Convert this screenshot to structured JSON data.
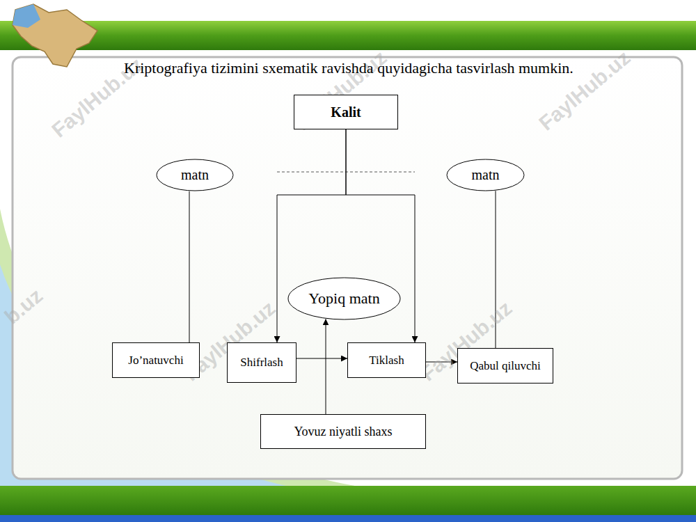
{
  "diagram": {
    "title": "Kriptografiya tizimini sxematik ravishda quyidagicha tasvirlash mumkin.",
    "nodes": [
      {
        "text": [
          "Kalit"
        ]
      },
      {
        "text": [
          "matn"
        ]
      },
      {
        "text": [
          "matn"
        ]
      },
      {
        "text": [
          "Yopiq matn"
        ]
      },
      {
        "text": [
          "Jo’natuvchi"
        ]
      },
      {
        "text": [
          "Shifrlash"
        ]
      },
      {
        "text": [
          "Tiklash"
        ]
      },
      {
        "text": [
          "Qabul qiluvchi"
        ]
      },
      {
        "text": [
          "Yovuz niyatli shaxs"
        ]
      }
    ],
    "edges": [
      {
        "from": 1,
        "to": 4,
        "arrow": "none"
      },
      {
        "from": 2,
        "to": 7,
        "arrow": "none"
      },
      {
        "from": 0,
        "to": 5,
        "arrow": "to"
      },
      {
        "from": 0,
        "to": 6,
        "arrow": "to"
      },
      {
        "from": 5,
        "to": 6,
        "arrow": "to"
      },
      {
        "from": 6,
        "to": 7,
        "arrow": "to"
      },
      {
        "from": 8,
        "to": 3,
        "arrow": "to"
      }
    ],
    "labels": [
      "FaylHub.uz",
      "FaylHub.uz",
      "FaylHub.uz",
      "b.uz",
      "FaylHub.uz",
      "FaylHub.uz"
    ]
  }
}
